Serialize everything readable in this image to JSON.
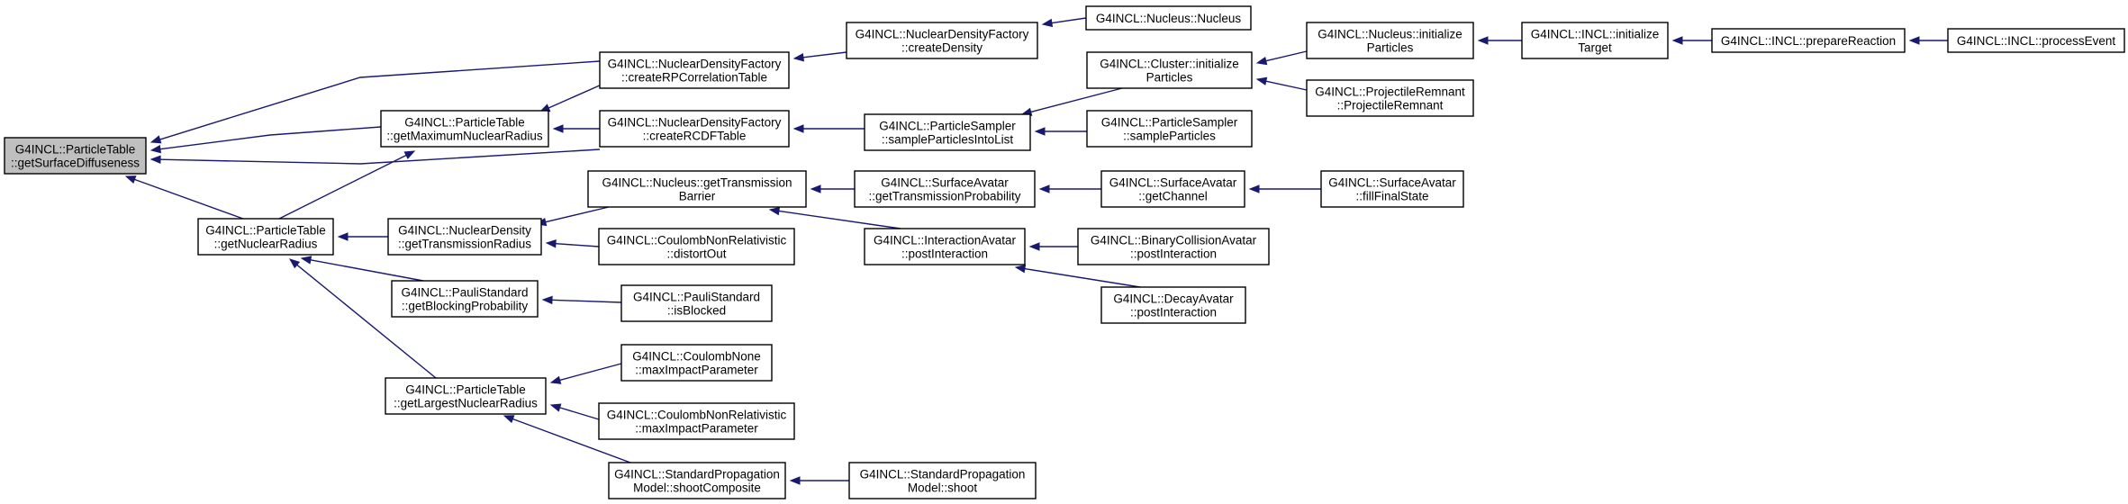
{
  "graph": {
    "nodes": [
      {
        "id": "getSurfaceDiffuseness",
        "lines": [
          "G4INCL::ParticleTable",
          "::getSurfaceDiffuseness"
        ],
        "root": true
      },
      {
        "id": "getNuclearRadius",
        "lines": [
          "G4INCL::ParticleTable",
          "::getNuclearRadius"
        ]
      },
      {
        "id": "getMaximumNuclearRadius",
        "lines": [
          "G4INCL::ParticleTable",
          "::getMaximumNuclearRadius"
        ]
      },
      {
        "id": "createRPCorrelationTable",
        "lines": [
          "G4INCL::NuclearDensityFactory",
          "::createRPCorrelationTable"
        ]
      },
      {
        "id": "createRCDFTable",
        "lines": [
          "G4INCL::NuclearDensityFactory",
          "::createRCDFTable"
        ]
      },
      {
        "id": "createDensity",
        "lines": [
          "G4INCL::NuclearDensityFactory",
          "::createDensity"
        ]
      },
      {
        "id": "NucleusNucleus",
        "lines": [
          "G4INCL::Nucleus::Nucleus"
        ]
      },
      {
        "id": "sampleParticlesIntoList",
        "lines": [
          "G4INCL::ParticleSampler",
          "::sampleParticlesIntoList"
        ]
      },
      {
        "id": "ClusterInitParticles",
        "lines": [
          "G4INCL::Cluster::initialize",
          "Particles"
        ]
      },
      {
        "id": "sampleParticles",
        "lines": [
          "G4INCL::ParticleSampler",
          "::sampleParticles"
        ]
      },
      {
        "id": "NucleusInitParticles",
        "lines": [
          "G4INCL::Nucleus::initialize",
          "Particles"
        ]
      },
      {
        "id": "ProjectileRemnant",
        "lines": [
          "G4INCL::ProjectileRemnant",
          "::ProjectileRemnant"
        ]
      },
      {
        "id": "initializeTarget",
        "lines": [
          "G4INCL::INCL::initialize",
          "Target"
        ]
      },
      {
        "id": "prepareReaction",
        "lines": [
          "G4INCL::INCL::prepareReaction"
        ]
      },
      {
        "id": "processEvent",
        "lines": [
          "G4INCL::INCL::processEvent"
        ]
      },
      {
        "id": "getTransmissionRadius",
        "lines": [
          "G4INCL::NuclearDensity",
          "::getTransmissionRadius"
        ]
      },
      {
        "id": "getTransmissionBarrier",
        "lines": [
          "G4INCL::Nucleus::getTransmission",
          "Barrier"
        ]
      },
      {
        "id": "distortOut",
        "lines": [
          "G4INCL::CoulombNonRelativistic",
          "::distortOut"
        ]
      },
      {
        "id": "getTransmissionProbability",
        "lines": [
          "G4INCL::SurfaceAvatar",
          "::getTransmissionProbability"
        ]
      },
      {
        "id": "IAPostInteraction",
        "lines": [
          "G4INCL::InteractionAvatar",
          "::postInteraction"
        ]
      },
      {
        "id": "getChannel",
        "lines": [
          "G4INCL::SurfaceAvatar",
          "::getChannel"
        ]
      },
      {
        "id": "fillFinalState",
        "lines": [
          "G4INCL::SurfaceAvatar",
          "::fillFinalState"
        ]
      },
      {
        "id": "BCPostInteraction",
        "lines": [
          "G4INCL::BinaryCollisionAvatar",
          "::postInteraction"
        ]
      },
      {
        "id": "DecayPostInteraction",
        "lines": [
          "G4INCL::DecayAvatar",
          "::postInteraction"
        ]
      },
      {
        "id": "getBlockingProbability",
        "lines": [
          "G4INCL::PauliStandard",
          "::getBlockingProbability"
        ]
      },
      {
        "id": "isBlocked",
        "lines": [
          "G4INCL::PauliStandard",
          "::isBlocked"
        ]
      },
      {
        "id": "getLargestNuclearRadius",
        "lines": [
          "G4INCL::ParticleTable",
          "::getLargestNuclearRadius"
        ]
      },
      {
        "id": "CNMaxImpact",
        "lines": [
          "G4INCL::CoulombNone",
          "::maxImpactParameter"
        ]
      },
      {
        "id": "CNRMaxImpact",
        "lines": [
          "G4INCL::CoulombNonRelativistic",
          "::maxImpactParameter"
        ]
      },
      {
        "id": "shootComposite",
        "lines": [
          "G4INCL::StandardPropagation",
          "Model::shootComposite"
        ]
      },
      {
        "id": "shoot",
        "lines": [
          "G4INCL::StandardPropagation",
          "Model::shoot"
        ]
      }
    ],
    "edges": [
      {
        "from": "createRPCorrelationTable",
        "to": "getSurfaceDiffuseness"
      },
      {
        "from": "getMaximumNuclearRadius",
        "to": "getSurfaceDiffuseness"
      },
      {
        "from": "createRCDFTable",
        "to": "getSurfaceDiffuseness"
      },
      {
        "from": "getNuclearRadius",
        "to": "getSurfaceDiffuseness"
      },
      {
        "from": "getNuclearRadius",
        "to": "getMaximumNuclearRadius"
      },
      {
        "from": "getTransmissionRadius",
        "to": "getNuclearRadius"
      },
      {
        "from": "getBlockingProbability",
        "to": "getNuclearRadius"
      },
      {
        "from": "getLargestNuclearRadius",
        "to": "getNuclearRadius"
      },
      {
        "from": "createRPCorrelationTable",
        "to": "getMaximumNuclearRadius"
      },
      {
        "from": "createRCDFTable",
        "to": "getMaximumNuclearRadius"
      },
      {
        "from": "createDensity",
        "to": "createRPCorrelationTable"
      },
      {
        "from": "NucleusNucleus",
        "to": "createDensity"
      },
      {
        "from": "sampleParticlesIntoList",
        "to": "createRCDFTable"
      },
      {
        "from": "ClusterInitParticles",
        "to": "sampleParticlesIntoList"
      },
      {
        "from": "sampleParticles",
        "to": "sampleParticlesIntoList"
      },
      {
        "from": "NucleusInitParticles",
        "to": "ClusterInitParticles"
      },
      {
        "from": "ProjectileRemnant",
        "to": "ClusterInitParticles"
      },
      {
        "from": "initializeTarget",
        "to": "NucleusInitParticles"
      },
      {
        "from": "prepareReaction",
        "to": "initializeTarget"
      },
      {
        "from": "processEvent",
        "to": "prepareReaction"
      },
      {
        "from": "getTransmissionBarrier",
        "to": "getTransmissionRadius"
      },
      {
        "from": "distortOut",
        "to": "getTransmissionRadius"
      },
      {
        "from": "getTransmissionProbability",
        "to": "getTransmissionBarrier"
      },
      {
        "from": "IAPostInteraction",
        "to": "getTransmissionBarrier"
      },
      {
        "from": "getChannel",
        "to": "getTransmissionProbability"
      },
      {
        "from": "fillFinalState",
        "to": "getChannel"
      },
      {
        "from": "BCPostInteraction",
        "to": "IAPostInteraction"
      },
      {
        "from": "DecayPostInteraction",
        "to": "IAPostInteraction"
      },
      {
        "from": "isBlocked",
        "to": "getBlockingProbability"
      },
      {
        "from": "CNMaxImpact",
        "to": "getLargestNuclearRadius"
      },
      {
        "from": "CNRMaxImpact",
        "to": "getLargestNuclearRadius"
      },
      {
        "from": "shootComposite",
        "to": "getLargestNuclearRadius"
      },
      {
        "from": "shoot",
        "to": "shootComposite"
      }
    ]
  },
  "colors": {
    "edge": "#191970",
    "root_fill": "#bfbfbf",
    "node_fill": "#ffffff",
    "node_stroke": "#000000"
  }
}
